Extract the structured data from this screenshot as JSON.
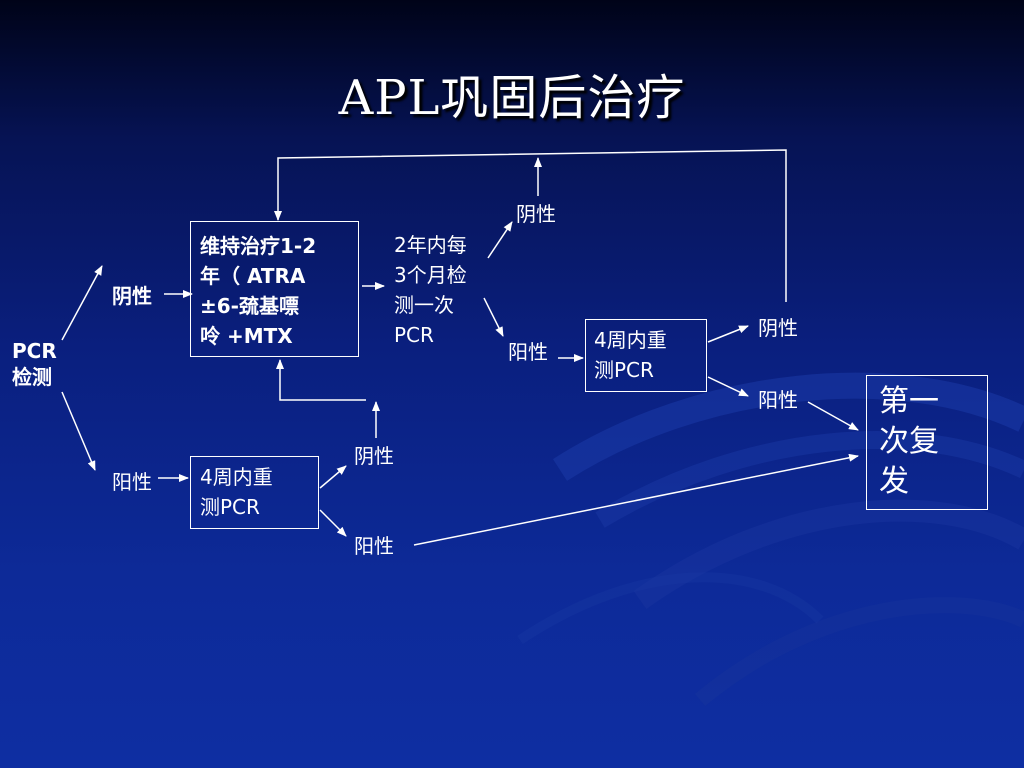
{
  "title": "APL巩固后治疗",
  "diagram": {
    "start": "PCR\n检测",
    "neg1": "阴性",
    "pos1": "阳性",
    "maintenance_box": "维持治疗1-2\n年（ ATRA\n±6-巯基嘌\n呤 +MTX",
    "retest_text": "2年内每\n3个月检\n测一次\nPCR",
    "neg2": "阴性",
    "pos2": "阳性",
    "box_recheck_a": "4周内重\n测PCR",
    "neg3": "阴性",
    "pos3": "阳性",
    "box_recheck_b": "4周内重\n测PCR",
    "neg4": "阴性",
    "pos4": "阳性",
    "relapse_box": "第一\n次复\n发"
  },
  "colors": {
    "background": "#0a1f7e",
    "text": "#ffffff",
    "line": "#ffffff"
  }
}
